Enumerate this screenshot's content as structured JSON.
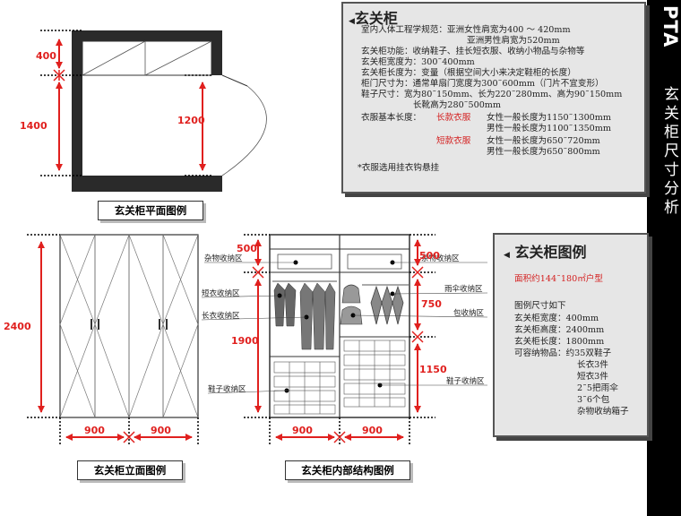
{
  "sidebar": {
    "code": "PTA",
    "title": "玄关柜尺寸分析"
  },
  "plan": {
    "dim_top": "400",
    "dim_main": "1400",
    "dim_door": "1200",
    "caption": "玄关柜平面图例"
  },
  "elevation": {
    "dim_height": "2400",
    "dim_left": "900",
    "dim_right": "900",
    "caption": "玄关柜立面图例"
  },
  "interior": {
    "dim_top": "500",
    "dim_main": "1900",
    "dim_right_top": "500",
    "dim_right_mid": "750",
    "dim_right_low": "1150",
    "dim_left": "900",
    "dim_right": "900",
    "labels": {
      "misc_left": "杂物收纳区",
      "short_coat": "短衣收纳区",
      "long_coat": "长衣收纳区",
      "shoes": "鞋子收纳区",
      "misc_right": "杂物收纳区",
      "umbrella": "雨伞收纳区",
      "bag": "包收纳区",
      "shoes_right": "鞋子收纳区"
    },
    "caption": "玄关柜内部结构图例"
  },
  "info1": {
    "title": "玄关柜",
    "lines": [
      "室内人体工程学规范：亚洲女性肩宽为400 ～ 420mm",
      "亚洲男性肩宽为520mm",
      "玄关柜功能：收纳鞋子、挂长短衣服、收纳小物品与杂物等",
      "玄关柜宽度为：300˜400mm",
      "玄关柜长度为：变量（根据空间大小来决定鞋柜的长度）",
      "柜门尺寸为：通常单扇门宽度为300˜600mm（门片不宜变形）",
      "鞋子尺寸：宽为80˜150mm、长为220˜280mm、高为90˜150mm",
      "长靴高为280˜500mm"
    ],
    "clothes_label": "衣服基本长度：",
    "long_label": "长款衣服",
    "long_f": "女性一般长度为1150˜1300mm",
    "long_m": "男性一般长度为1100˜1350mm",
    "short_label": "短款衣服",
    "short_f": "女性一般长度为650˜720mm",
    "short_m": "男性一般长度为650˜800mm",
    "note": "*衣服选用挂衣钩悬挂"
  },
  "info2": {
    "title": "玄关柜图例",
    "area": "面积约144˜180㎡户型",
    "lines": [
      "图例尺寸如下",
      "玄关柜宽度：400mm",
      "玄关柜高度：2400mm",
      "玄关柜长度：1800mm",
      "可容纳物品：约35双鞋子"
    ],
    "items": [
      "长衣3件",
      "短衣3件",
      "2˜5把雨伞",
      "3˜6个包",
      "杂物收纳箱子"
    ]
  },
  "colors": {
    "dim_red": "#e0201e",
    "label_red": "#d42020",
    "box_bg": "#e6e6e6"
  }
}
